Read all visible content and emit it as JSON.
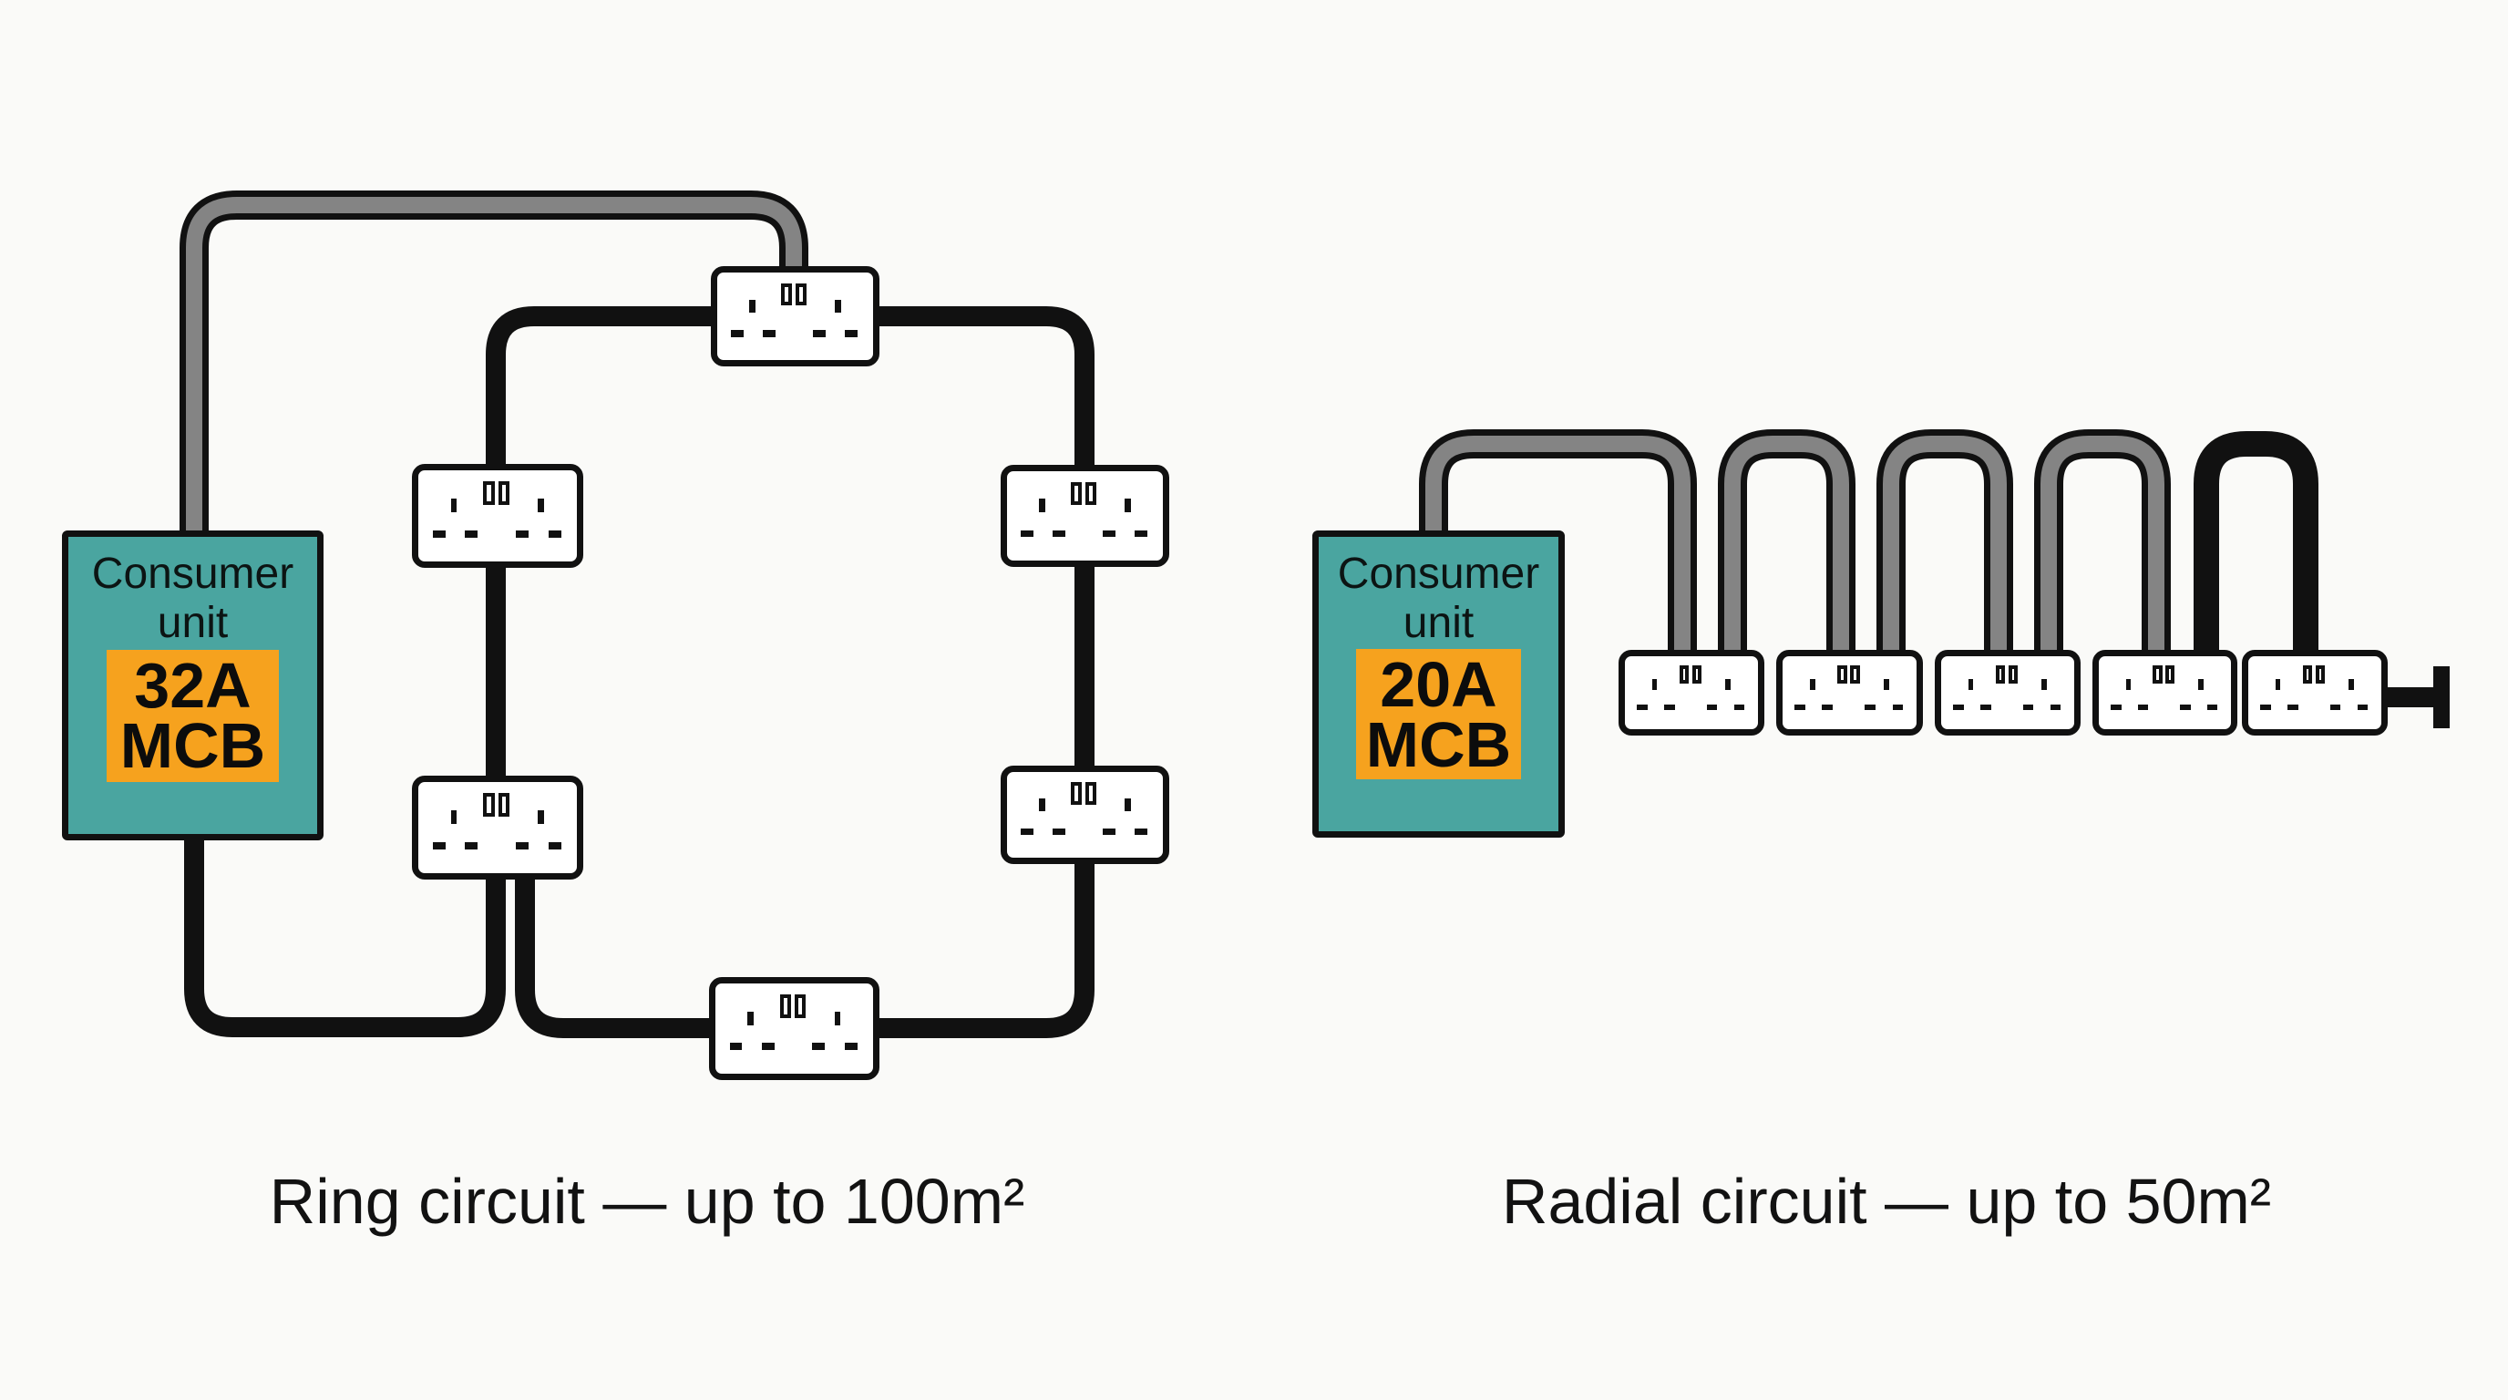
{
  "palette": {
    "background": "#fafaf8",
    "teal": "#4aa5a0",
    "orange": "#f6a21e",
    "wire_black": "#111111",
    "wire_gray": "#848484",
    "socket_face": "#ffffff",
    "text": "#121212"
  },
  "ring": {
    "caption": "Ring circuit — up to 100m²",
    "consumer_unit": {
      "line1": "Consumer",
      "line2": "unit",
      "mcb_line1": "32A",
      "mcb_line2": "MCB"
    },
    "socket_count": 6
  },
  "radial": {
    "caption": "Radial circuit — up to 50m²",
    "consumer_unit": {
      "line1": "Consumer",
      "line2": "unit",
      "mcb_line1": "20A",
      "mcb_line2": "MCB"
    },
    "socket_count": 5
  }
}
